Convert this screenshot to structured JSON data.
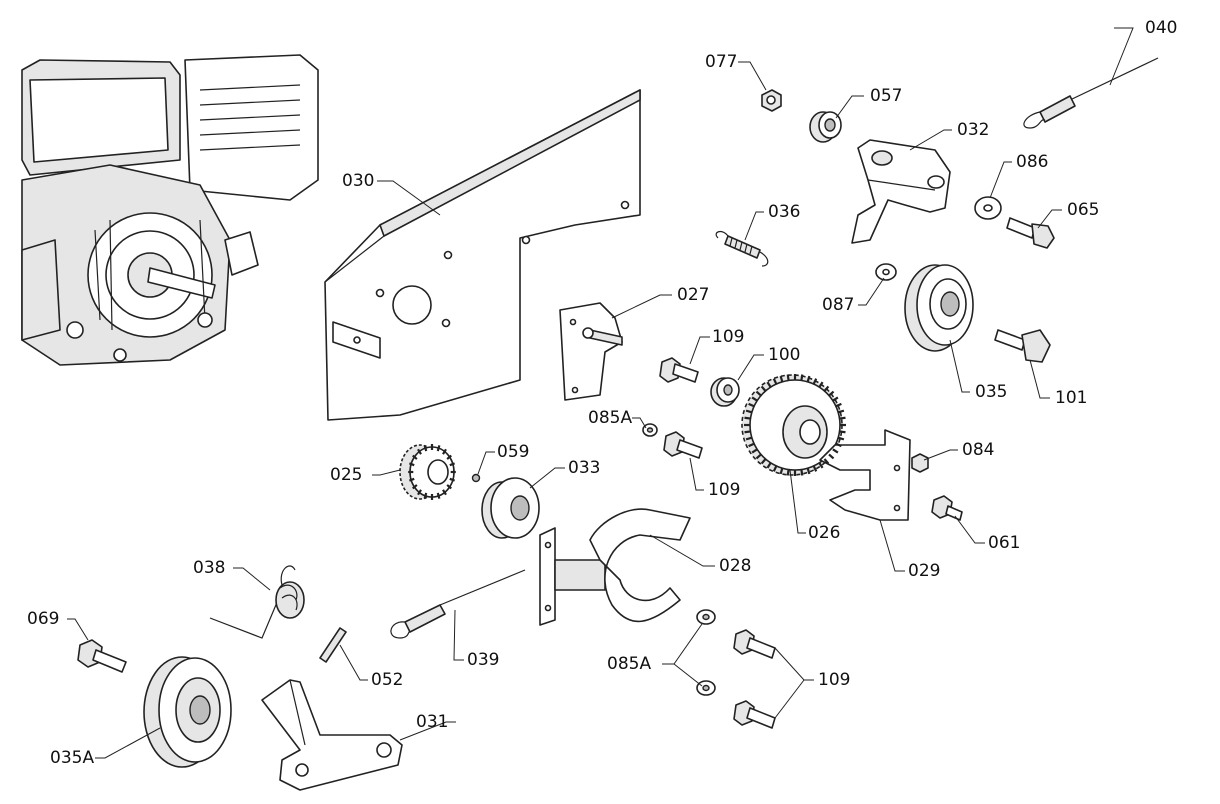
{
  "labels": {
    "p040": "040",
    "p077": "077",
    "p057": "057",
    "p032": "032",
    "p086": "086",
    "p065": "065",
    "p030": "030",
    "p036": "036",
    "p027": "027",
    "p087": "087",
    "p109a": "109",
    "p100": "100",
    "p035": "035",
    "p101": "101",
    "p085a1": "085A",
    "p109b": "109",
    "p084": "084",
    "p025": "025",
    "p059": "059",
    "p033": "033",
    "p061": "061",
    "p026": "026",
    "p028": "028",
    "p029": "029",
    "p038": "038",
    "p069": "069",
    "p039": "039",
    "p052": "052",
    "p085a2": "085A",
    "p109c": "109",
    "p031": "031",
    "p035a": "035A"
  },
  "colors": {
    "line": "#222222",
    "fill": "#ffffff",
    "shade": "#e6e6e6",
    "background": "#ffffff"
  }
}
